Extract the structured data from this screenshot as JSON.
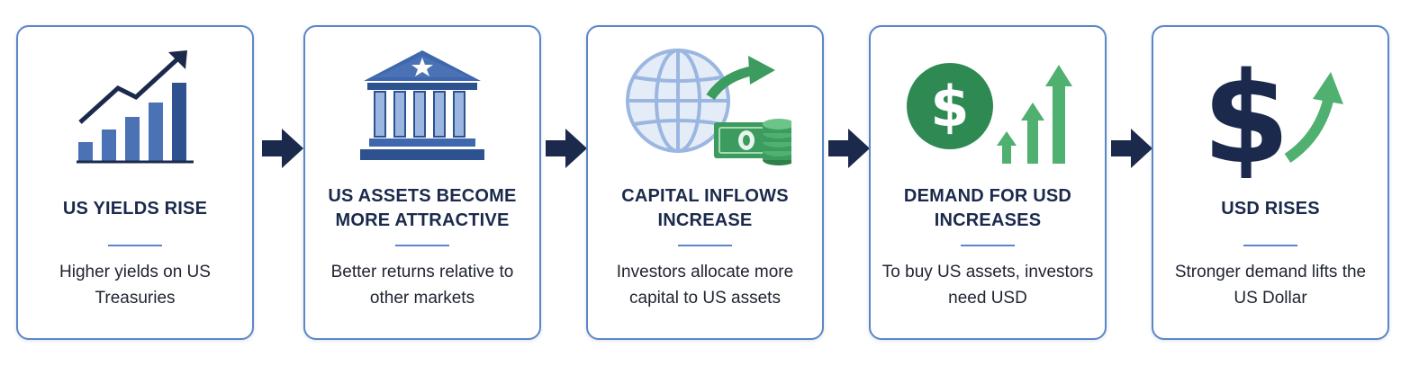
{
  "colors": {
    "navy": "#1b2a4c",
    "blue": "#4a72b4",
    "light_blue": "#9bb6e0",
    "green": "#3c9b5e",
    "border": "#5b86c8"
  },
  "steps": [
    {
      "icon": "rising-bar-chart-icon",
      "title": "US YIELDS RISE",
      "description": "Higher yields on US Treasuries"
    },
    {
      "icon": "bank-building-icon",
      "title": "US ASSETS BECOME MORE ATTRACTIVE",
      "description": "Better returns relative to other markets"
    },
    {
      "icon": "globe-money-icon",
      "title": "CAPITAL INFLOWS INCREASE",
      "description": "Investors allocate more capital to US assets"
    },
    {
      "icon": "dollar-coin-arrows-icon",
      "title": "DEMAND FOR USD INCREASES",
      "description": "To buy US assets, investors need USD"
    },
    {
      "icon": "dollar-sign-up-icon",
      "title": "USD RISES",
      "description": "Stronger demand lifts the US Dollar"
    }
  ]
}
